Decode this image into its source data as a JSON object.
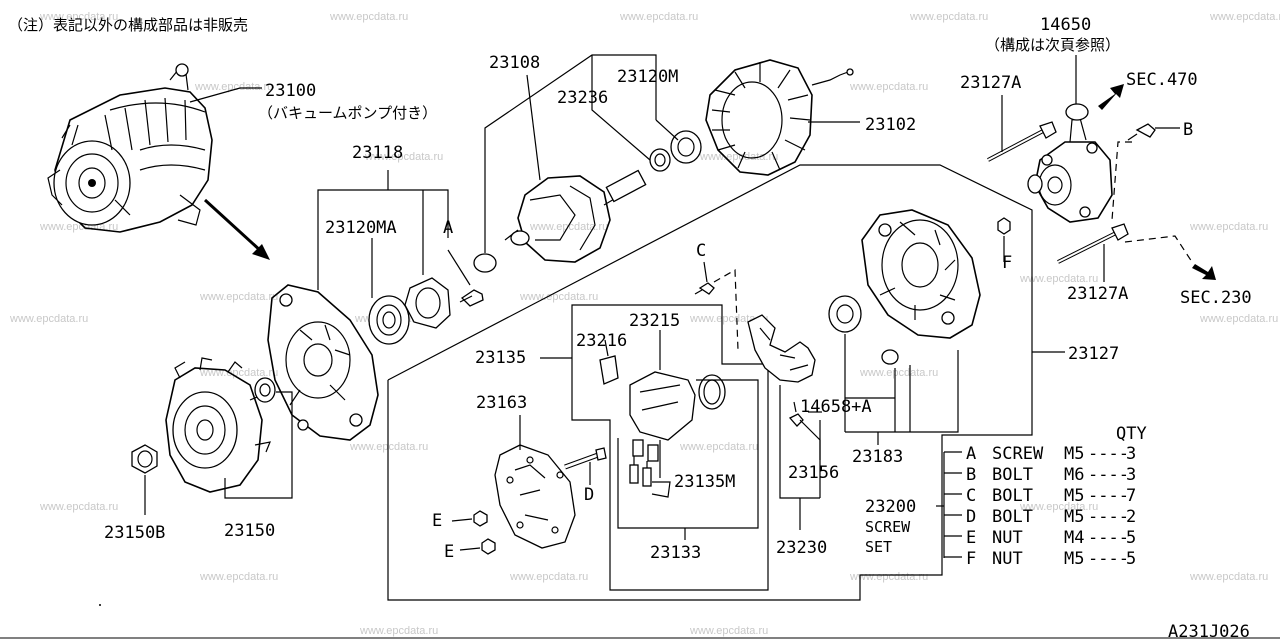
{
  "note": "（注）表記以外の構成部品は非販売",
  "watermark": "www.epcdata.ru",
  "diagram_code": "A231J026",
  "parts": {
    "p23100": "23100",
    "p23100_note": "（バキュームポンプ付き）",
    "p23108": "23108",
    "p23120M": "23120M",
    "p23236": "23236",
    "p23102": "23102",
    "p14650": "14650",
    "p14650_note": "（構成は次頁参照）",
    "p23127A_top": "23127A",
    "p23127A_bot": "23127A",
    "sec470": "SEC.470",
    "sec230": "SEC.230",
    "p23118": "23118",
    "p23120MA": "23120MA",
    "lA": "A",
    "lB": "B",
    "lC": "C",
    "lD": "D",
    "lE1": "E",
    "lE2": "E",
    "lF": "F",
    "p23215": "23215",
    "p23216": "23216",
    "p23135": "23135",
    "p23163": "23163",
    "p23135M": "23135M",
    "p23133": "23133",
    "p14658A": "14658+A",
    "p23156": "23156",
    "p23183": "23183",
    "p23127": "23127",
    "p23230": "23230",
    "p23150B": "23150B",
    "p23150": "23150",
    "p23200": "23200",
    "screw_set_1": "SCREW",
    "screw_set_2": "SET"
  },
  "qty_header": "QTY",
  "screw_table": [
    {
      "code": "A",
      "name": "SCREW",
      "size": "M5",
      "qty": "3"
    },
    {
      "code": "B",
      "name": "BOLT",
      "size": "M6",
      "qty": "3"
    },
    {
      "code": "C",
      "name": "BOLT",
      "size": "M5",
      "qty": "7"
    },
    {
      "code": "D",
      "name": "BOLT",
      "size": "M5",
      "qty": "2"
    },
    {
      "code": "E",
      "name": "NUT",
      "size": "M4",
      "qty": "5"
    },
    {
      "code": "F",
      "name": "NUT",
      "size": "M5",
      "qty": "5"
    }
  ]
}
